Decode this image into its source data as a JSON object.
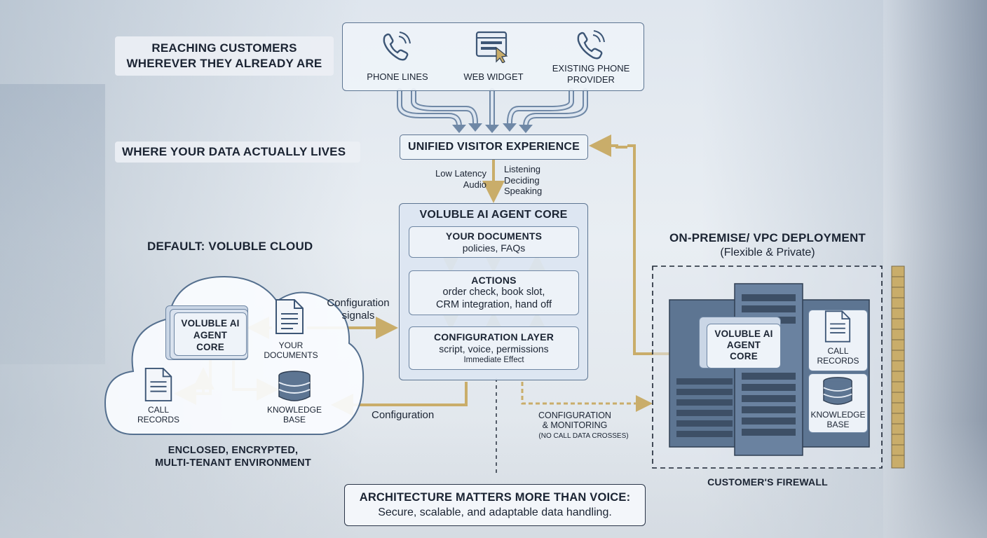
{
  "headings": {
    "reaching": "REACHING CUSTOMERS\nWHEREVER THEY ALREADY ARE",
    "where_data": "WHERE YOUR DATA ACTUALLY LIVES",
    "default_cloud": "DEFAULT: VOLUBLE CLOUD",
    "onprem_title": "ON-PREMISE/ VPC DEPLOYMENT",
    "onprem_sub": "(Flexible & Private)"
  },
  "channels": [
    {
      "label": "PHONE LINES",
      "icon": "phone-icon"
    },
    {
      "label": "WEB WIDGET",
      "icon": "browser-cursor-icon"
    },
    {
      "label": "EXISTING PHONE\nPROVIDER",
      "icon": "phone-icon"
    }
  ],
  "unified": "UNIFIED VISITOR EXPERIENCE",
  "flow_labels": {
    "low_latency": "Low Latency\nAudio",
    "listening": "Listening\nDeciding\nSpeaking",
    "config_signals": "Configuration\nsignals",
    "configuration": "Configuration",
    "config_monitoring": "CONFIGURATION\n& MONITORING",
    "no_call_data": "(NO CALL DATA CROSSES)"
  },
  "core": {
    "title": "VOLUBLE AI AGENT CORE",
    "documents": {
      "title": "YOUR DOCUMENTS",
      "body": "policies, FAQs"
    },
    "actions": {
      "title": "ACTIONS",
      "body": "order check, book slot,\nCRM integration, hand off"
    },
    "config_layer": {
      "title": "CONFIGURATION LAYER",
      "body": "script, voice, permissions",
      "note": "Immediate Effect"
    }
  },
  "cloud": {
    "agent": "VOLUBLE AI\nAGENT\nCORE",
    "documents": "YOUR\nDOCUMENTS",
    "call_records": "CALL\nRECORDS",
    "knowledge_base": "KNOWLEDGE\nBASE",
    "caption": "ENCLOSED, ENCRYPTED,\nMULTI-TENANT ENVIRONMENT"
  },
  "onprem": {
    "agent": "VOLUBLE AI\nAGENT\nCORE",
    "call_records": "CALL\nRECORDS",
    "knowledge_base": "KNOWLEDGE\nBASE",
    "firewall": "CUSTOMER'S FIREWALL"
  },
  "footer": {
    "title": "ARCHITECTURE MATTERS MORE THAN VOICE:",
    "body": "Secure, scalable, and adaptable data handling."
  },
  "colors": {
    "gold": "#c9ad6a",
    "steel": "#5d7592",
    "dark": "#1b2433"
  }
}
